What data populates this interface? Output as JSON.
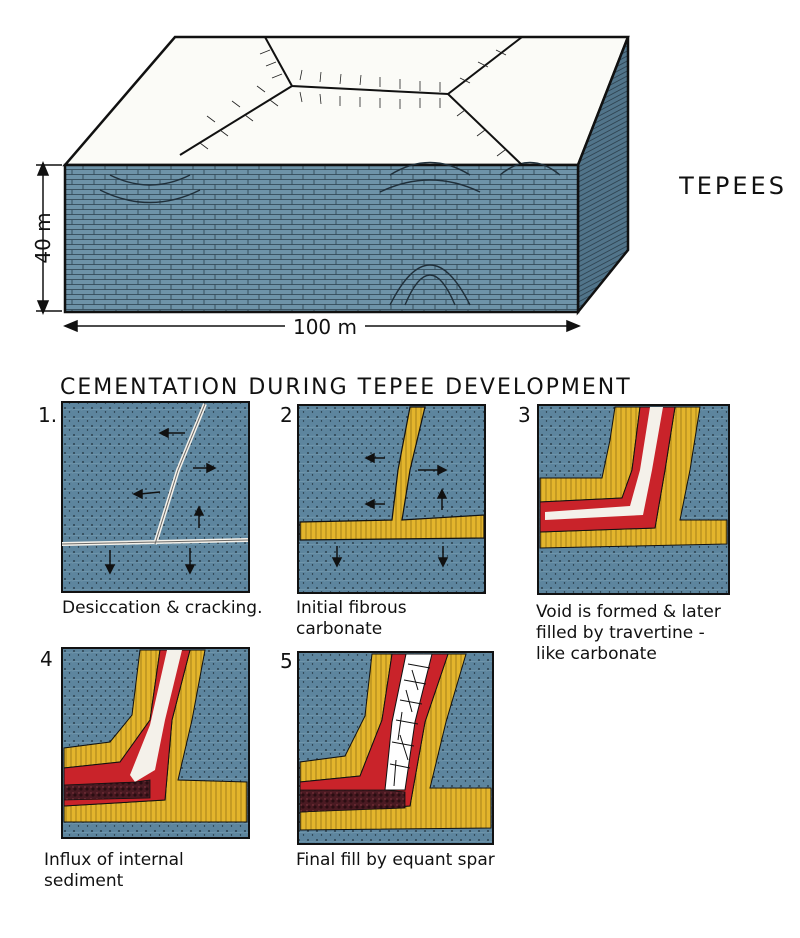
{
  "title": "TEPEES",
  "block": {
    "height_label": "40 m",
    "width_label": "100 m"
  },
  "section_title": "CEMENTATION DURING TEPEE DEVELOPMENT",
  "panels": [
    {
      "number": "1.",
      "caption": "Desiccation & cracking."
    },
    {
      "number": "2",
      "caption": "Initial fibrous\n        carbonate"
    },
    {
      "number": "3",
      "caption": "Void is formed & later\nfilled by travertine -\n    like carbonate"
    },
    {
      "number": "4",
      "caption": "Influx of internal\nsediment"
    },
    {
      "number": "5",
      "caption": "Final fill by equant spar"
    }
  ],
  "colors": {
    "host_rock": "#5d859e",
    "fibrous_cement": "#e3b52c",
    "travertine": "#c9232a",
    "void": "#f4f1ea",
    "internal_sediment": "#4a1a22",
    "outline": "#1a1a1a"
  }
}
